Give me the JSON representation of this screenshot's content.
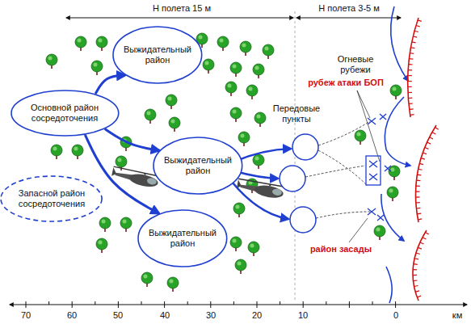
{
  "diagram": {
    "nodes": [
      {
        "text": [
          "Выжидательный район"
        ]
      },
      {
        "text": [
          "Основной район сосредоточения"
        ]
      },
      {
        "text": [
          "Выжидательный район"
        ]
      },
      {
        "text": [
          "Запасной район сосредоточения"
        ]
      },
      {
        "text": [
          "Выжидательный район"
        ]
      }
    ],
    "edges": [
      {
        "from": 1,
        "to": 0,
        "arrow": "to"
      },
      {
        "from": 1,
        "to": 2,
        "arrow": "to"
      },
      {
        "from": 1,
        "to": 4,
        "arrow": "to"
      }
    ],
    "labels": [
      "Н полета 15 м",
      "Н полета 3-5 м",
      "Огневые рубежи",
      "рубеж атаки БОП",
      "Передовые пункты",
      "район засады",
      "70",
      "60",
      "50",
      "40",
      "30",
      "20",
      "10",
      "0",
      "км"
    ]
  }
}
